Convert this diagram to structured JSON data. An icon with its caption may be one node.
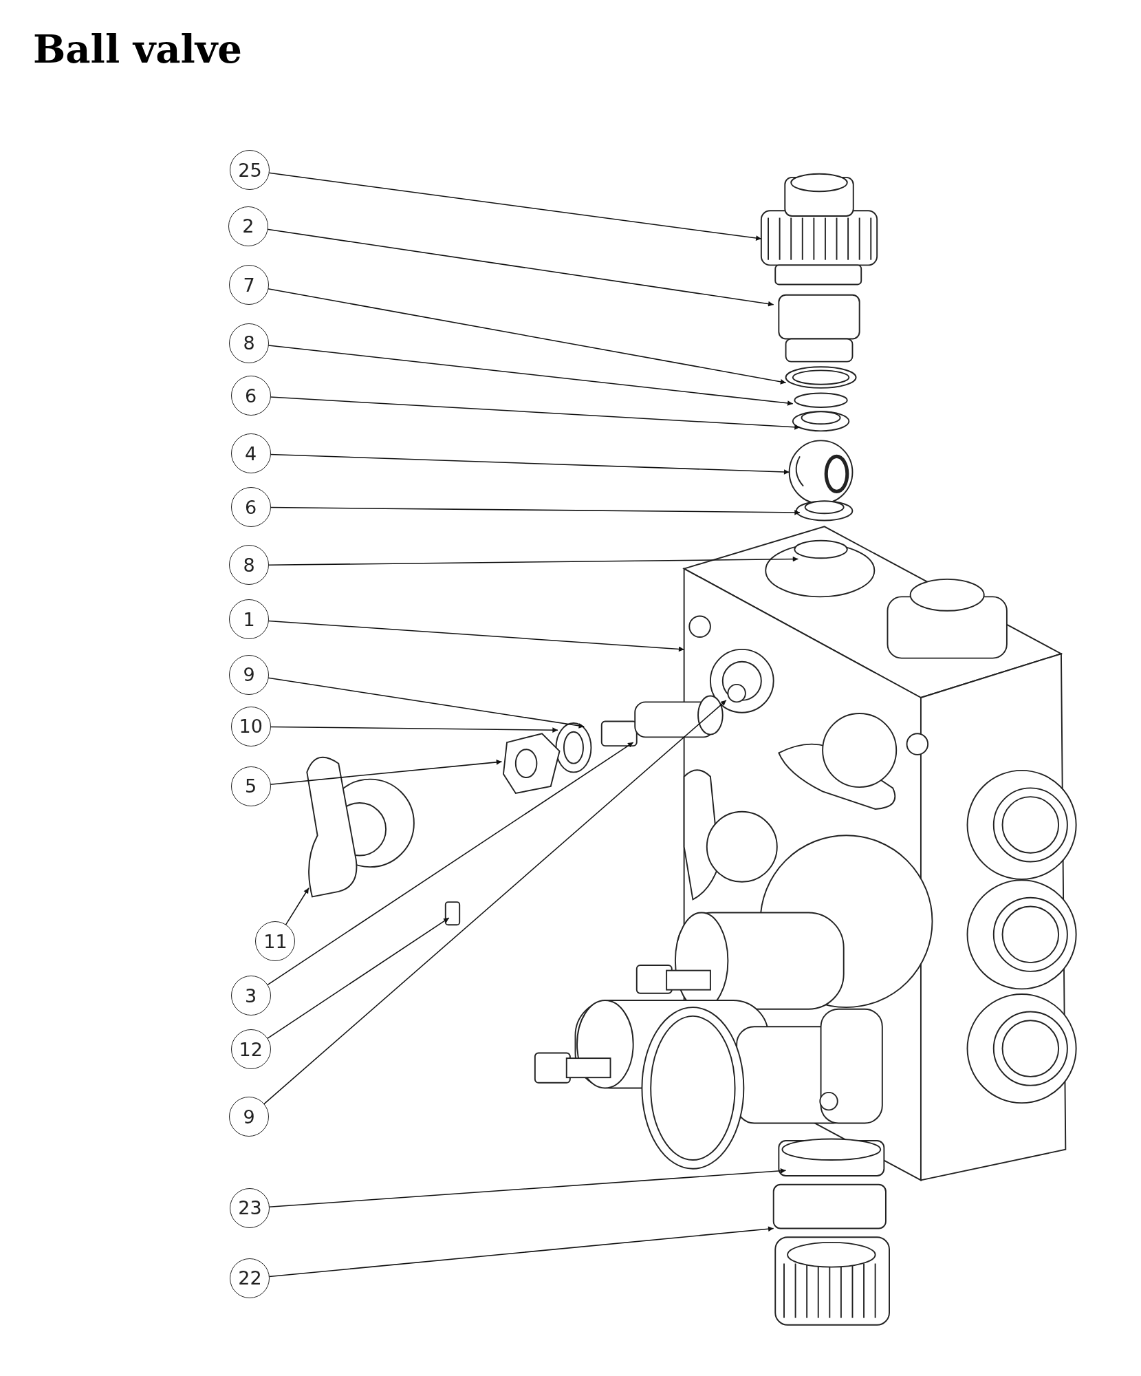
{
  "diagram": {
    "title": "Ball valve",
    "nodes": [
      {
        "text": [
          "25"
        ]
      },
      {
        "text": [
          "2"
        ]
      },
      {
        "text": [
          "7"
        ]
      },
      {
        "text": [
          "8"
        ]
      },
      {
        "text": [
          "6"
        ]
      },
      {
        "text": [
          "4"
        ]
      },
      {
        "text": [
          "6"
        ]
      },
      {
        "text": [
          "8"
        ]
      },
      {
        "text": [
          "1"
        ]
      },
      {
        "text": [
          "9"
        ]
      },
      {
        "text": [
          "10"
        ]
      },
      {
        "text": [
          "5"
        ]
      },
      {
        "text": [
          "11"
        ]
      },
      {
        "text": [
          "3"
        ]
      },
      {
        "text": [
          "12"
        ]
      },
      {
        "text": [
          "9"
        ]
      },
      {
        "text": [
          "23"
        ]
      },
      {
        "text": [
          "22"
        ]
      }
    ],
    "edges": [
      {
        "from": 0,
        "to": null,
        "arrow": "to"
      },
      {
        "from": 1,
        "to": null,
        "arrow": "to"
      },
      {
        "from": 2,
        "to": null,
        "arrow": "to"
      },
      {
        "from": 3,
        "to": null,
        "arrow": "to"
      },
      {
        "from": 4,
        "to": null,
        "arrow": "to"
      },
      {
        "from": 5,
        "to": null,
        "arrow": "to"
      },
      {
        "from": 6,
        "to": null,
        "arrow": "to"
      },
      {
        "from": 7,
        "to": null,
        "arrow": "to"
      },
      {
        "from": 8,
        "to": null,
        "arrow": "to"
      },
      {
        "from": 9,
        "to": null,
        "arrow": "to"
      },
      {
        "from": 10,
        "to": null,
        "arrow": "to"
      },
      {
        "from": 11,
        "to": null,
        "arrow": "to"
      },
      {
        "from": 12,
        "to": null,
        "arrow": "to"
      },
      {
        "from": 13,
        "to": null,
        "arrow": "to"
      },
      {
        "from": 14,
        "to": null,
        "arrow": "to"
      },
      {
        "from": 15,
        "to": null,
        "arrow": "to"
      },
      {
        "from": 16,
        "to": null,
        "arrow": "to"
      },
      {
        "from": 17,
        "to": null,
        "arrow": "to"
      }
    ]
  }
}
